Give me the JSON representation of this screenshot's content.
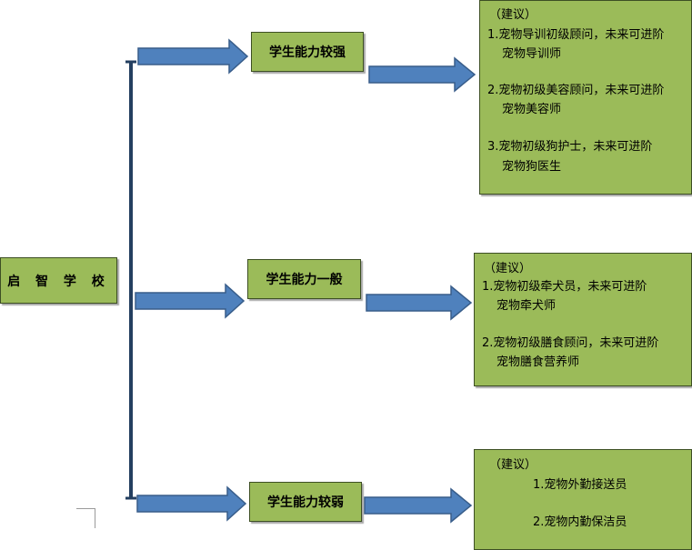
{
  "root": {
    "label": "启 智 学 校"
  },
  "branches": [
    {
      "label": "学生能力较强",
      "advice": {
        "header": "（建议）",
        "lines": [
          "1.宠物导训初级顾问，未来可进阶",
          "宠物导训师",
          "2.宠物初级美容顾问，未来可进阶",
          "宠物美容师",
          "3.宠物初级狗护士，未来可进阶",
          "宠物狗医生"
        ]
      }
    },
    {
      "label": "学生能力一般",
      "advice": {
        "header": "（建议）",
        "lines": [
          "1.宠物初级牵犬员，未来可进阶",
          "宠物牵犬师",
          "2.宠物初级膳食顾问，未来可进阶",
          "宠物膳食营养师"
        ]
      }
    },
    {
      "label": "学生能力较弱",
      "advice": {
        "header": "（建议）",
        "lines": [
          "1.宠物外勤接送员",
          "2.宠物内勤保洁员"
        ]
      }
    }
  ],
  "colors": {
    "box_fill": "#9bbb59",
    "box_border": "#3d4f24",
    "arrow_fill": "#4f81bd",
    "arrow_border": "#385d8a",
    "bracket": "#243f60"
  }
}
